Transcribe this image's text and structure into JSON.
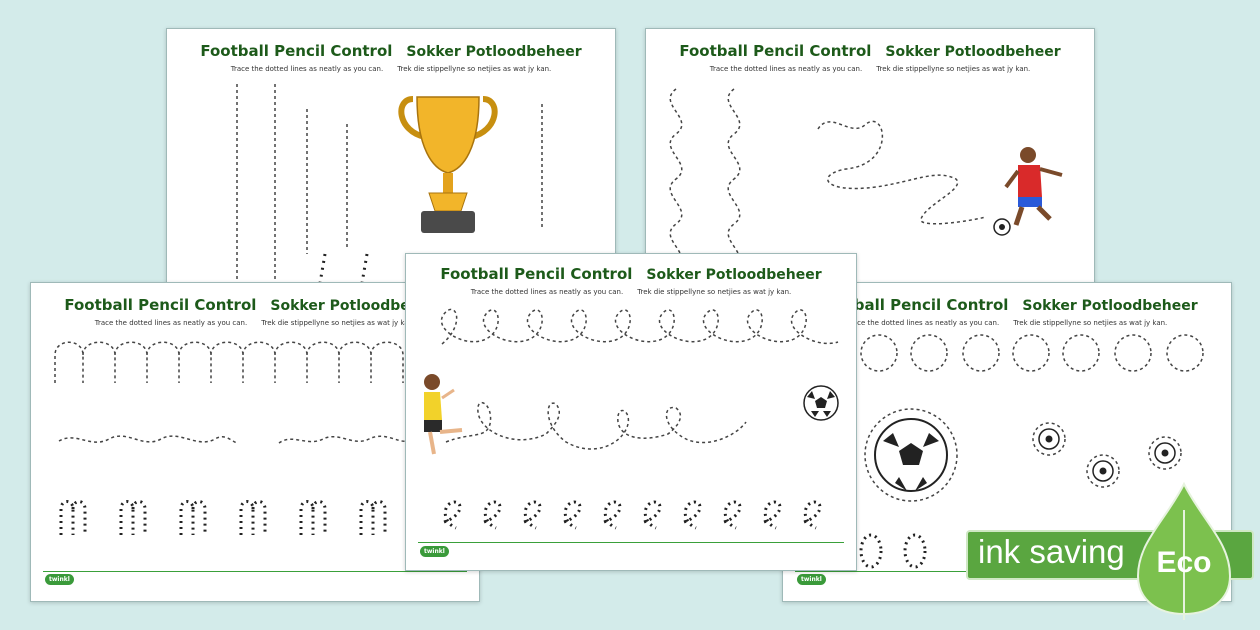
{
  "sheets": {
    "title_en": "Football Pencil Control",
    "title_af": "Sokker Potloodbeheer",
    "instruction_en": "Trace the dotted lines as neatly as you can.",
    "instruction_af": "Trek die stippellyne so netjies as wat jy kan.",
    "logo": "twinkl"
  },
  "badge": {
    "text": "ink saving",
    "eco": "Eco"
  },
  "colors": {
    "background": "#d3ebea",
    "title": "#1d5a1a",
    "badge_green": "#5aa640"
  }
}
